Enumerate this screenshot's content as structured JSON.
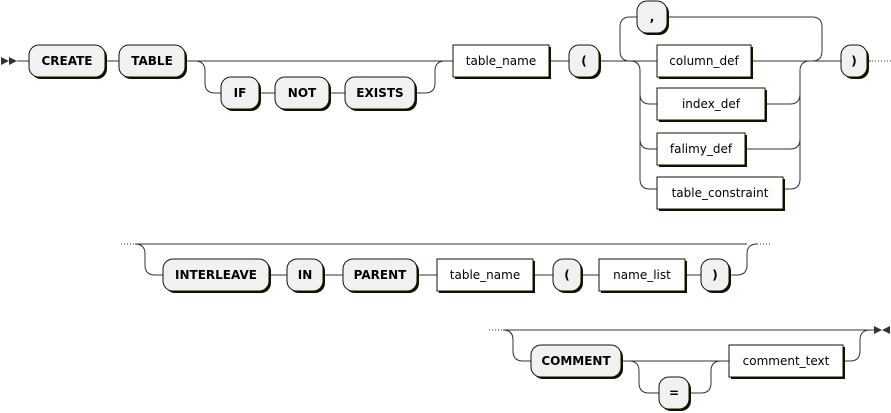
{
  "rows": [
    {
      "terms": [
        {
          "id": "create",
          "text": "CREATE",
          "kind": "keyword"
        },
        {
          "id": "table",
          "text": "TABLE",
          "kind": "keyword"
        },
        {
          "id": "if",
          "text": "IF",
          "kind": "keyword"
        },
        {
          "id": "not",
          "text": "NOT",
          "kind": "keyword"
        },
        {
          "id": "exists",
          "text": "EXISTS",
          "kind": "keyword"
        },
        {
          "id": "table-name",
          "text": "table_name",
          "kind": "nonterminal"
        },
        {
          "id": "lparen",
          "text": "(",
          "kind": "keyword"
        },
        {
          "id": "comma",
          "text": ",",
          "kind": "keyword"
        },
        {
          "id": "column-def",
          "text": "column_def",
          "kind": "nonterminal"
        },
        {
          "id": "index-def",
          "text": "index_def",
          "kind": "nonterminal"
        },
        {
          "id": "falimy-def",
          "text": "falimy_def",
          "kind": "nonterminal"
        },
        {
          "id": "table-constraint",
          "text": "table_constraint",
          "kind": "nonterminal"
        },
        {
          "id": "rparen",
          "text": ")",
          "kind": "keyword"
        }
      ]
    },
    {
      "terms": [
        {
          "id": "interleave",
          "text": "INTERLEAVE",
          "kind": "keyword"
        },
        {
          "id": "in",
          "text": "IN",
          "kind": "keyword"
        },
        {
          "id": "parent",
          "text": "PARENT",
          "kind": "keyword"
        },
        {
          "id": "table-name-2",
          "text": "table_name",
          "kind": "nonterminal"
        },
        {
          "id": "lparen-2",
          "text": "(",
          "kind": "keyword"
        },
        {
          "id": "name-list",
          "text": "name_list",
          "kind": "nonterminal"
        },
        {
          "id": "rparen-2",
          "text": ")",
          "kind": "keyword"
        }
      ]
    },
    {
      "terms": [
        {
          "id": "comment",
          "text": "COMMENT",
          "kind": "keyword"
        },
        {
          "id": "equals",
          "text": "=",
          "kind": "keyword"
        },
        {
          "id": "comment-text",
          "text": "comment_text",
          "kind": "nonterminal"
        }
      ]
    }
  ]
}
